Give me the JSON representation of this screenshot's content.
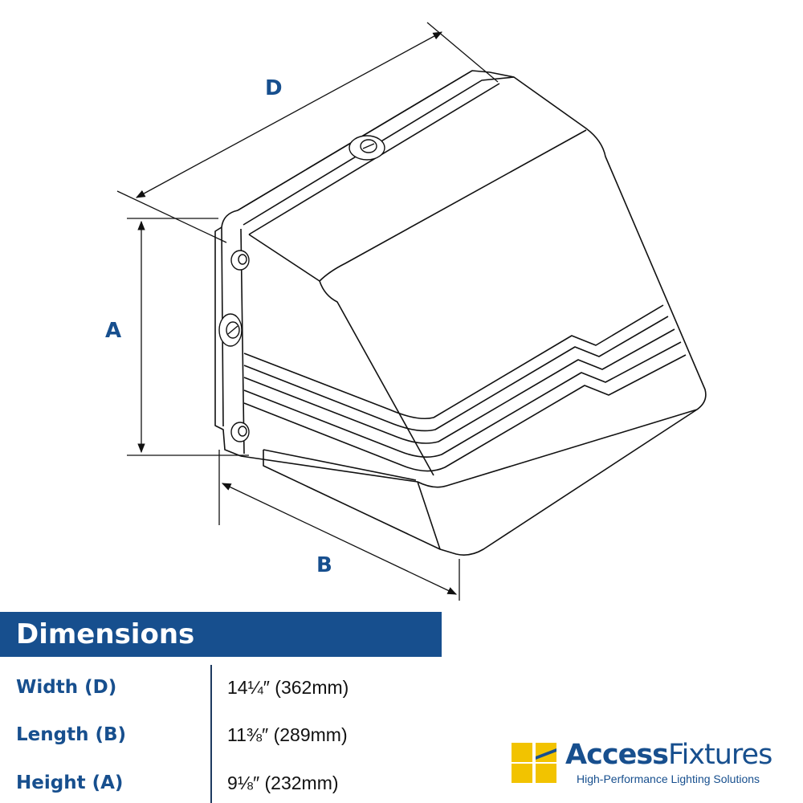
{
  "diagram": {
    "labels": {
      "depth": "D",
      "height": "A",
      "base": "B"
    },
    "colors": {
      "outline": "#111111",
      "label": "#174f8e"
    }
  },
  "dimensions": {
    "title": "Dimensions",
    "rows": [
      {
        "label": "Width (D)",
        "value": "14¼″ (362mm)"
      },
      {
        "label": "Length (B)",
        "value": "11⅜″ (289mm)"
      },
      {
        "label": "Height (A)",
        "value": "9⅛″ (232mm)"
      }
    ],
    "colors": {
      "banner": "#174f8e",
      "label": "#174f8e"
    }
  },
  "logo": {
    "name_part1": "Access",
    "name_part2": "Fixtures",
    "tagline": "High-Performance Lighting Solutions",
    "colors": {
      "brand": "#174f8e",
      "mark": "#f2c300"
    },
    "icon": "window-grid-icon"
  }
}
